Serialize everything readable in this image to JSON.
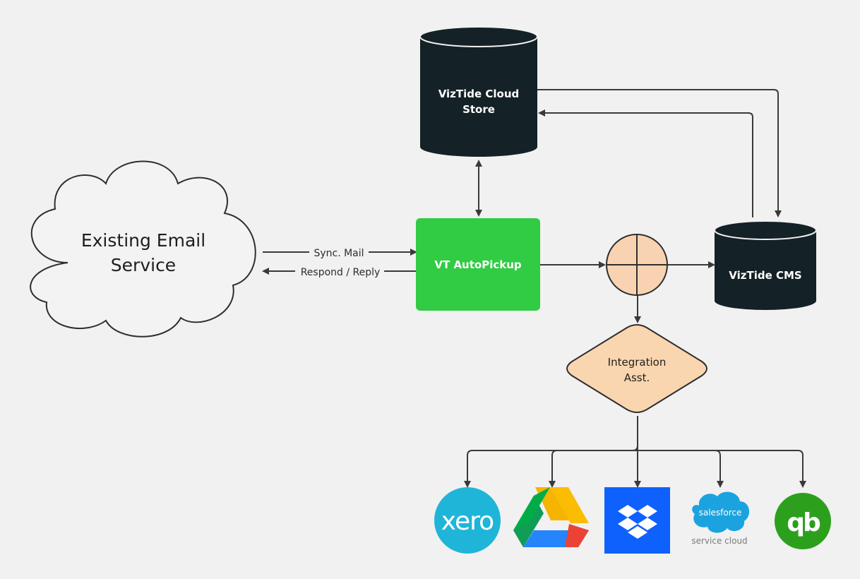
{
  "diagram": {
    "nodes": {
      "email_service": {
        "label_line1": "Existing Email",
        "label_line2": "Service"
      },
      "cloud_store": {
        "label_line1": "VizTide Cloud",
        "label_line2": "Store"
      },
      "autopickup": {
        "label": "VT AutoPickup"
      },
      "cms": {
        "label": "VizTide CMS"
      },
      "integration": {
        "label_line1": "Integration",
        "label_line2": "Asst."
      }
    },
    "edges": {
      "sync_mail": "Sync. Mail",
      "respond_reply": "Respond / Reply"
    },
    "integrations": {
      "xero": {
        "text": "xero"
      },
      "google_drive": {
        "text": ""
      },
      "dropbox": {
        "text": ""
      },
      "salesforce": {
        "brand": "salesforce",
        "product": "service cloud"
      },
      "quickbooks": {
        "text": "qb"
      }
    },
    "colors": {
      "background": "#f1f1f1",
      "database": "#142126",
      "autopickup": "#31cb44",
      "junction": "#f9d3b1",
      "integration": "#fad6b0",
      "xero": "#1fb5d9",
      "dropbox": "#0f61fe",
      "salesforce": "#1ba3e0",
      "quickbooks": "#2ca01c"
    }
  }
}
